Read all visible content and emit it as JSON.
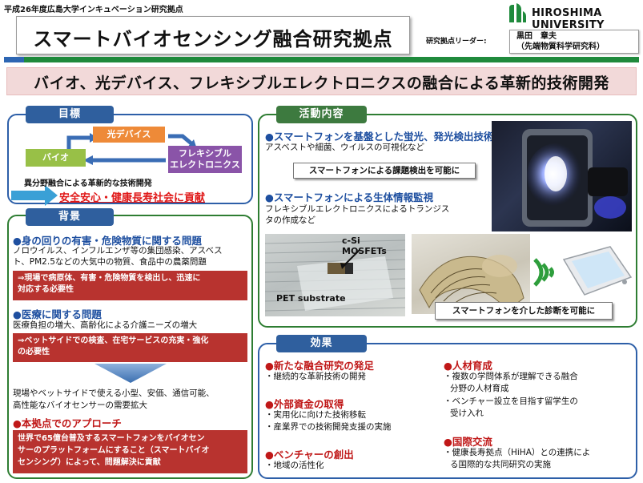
{
  "header": {
    "top_label": "平成26年度広島大学インキュベーション研究拠点",
    "university": "HIROSHIMA UNIVERSITY",
    "title": "スマートバイオセンシング融合研究拠点",
    "leader_label": "研究拠点リーダー:",
    "leader_name": "黒田　章夫",
    "leader_affiliation": "（先端物質科学研究科）"
  },
  "banner": "バイオ、光デバイス、フレキシブルエレクトロニクスの融合による革新的技術開発",
  "goal": {
    "tab": "目標",
    "node_optical": "光デバイス",
    "node_bio": "バイオ",
    "node_flex_line1": "フレキシブル",
    "node_flex_line2": "エレクトロニクス",
    "fusion_text": "異分野融合による革新的な技術開発",
    "result_text": "安全安心・健康長寿社会に貢献"
  },
  "background": {
    "tab": "背景",
    "h1": "●身の回りの有害・危険物質に関する問題",
    "t1_line1": "ノロウイルス、インフルエンザ等の集団感染、アスベス",
    "t1_line2": "ト、PM2.5などの大気中の物質、食品中の農薬問題",
    "box1_line1": "⇒現場で病原体、有害・危険物質を検出し、迅速に",
    "box1_line2": "対応する必要性",
    "h2": "●医療に関する問題",
    "t2": "医療負担の増大、高齢化による介護ニーズの増大",
    "box2_line1": "⇒ベットサイドでの検査、在宅サービスの充実・強化",
    "box2_line2": "の必要性",
    "t3_line1": "現場やベットサイドで使える小型、安価、通信可能、",
    "t3_line2": "高性能なバイオセンサーの需要拡大",
    "h3": "●本拠点でのアプローチ",
    "box3_line1": "世界で65億台普及するスマートフォンをバイオセン",
    "box3_line2": "サーのプラットフォームにすること（スマートバイオ",
    "box3_line3": "センシング）によって、問題解決に貢献"
  },
  "activities": {
    "tab": "活動内容",
    "h1": "●スマートフォンを基盤とした蛍光、発光検出技術",
    "t1": "アスベストや細菌、ウイルスの可視化など",
    "box1": "スマートフォンによる課題検出を可能に",
    "h2": "●スマートフォンによる生体情報監視",
    "t2_line1": "フレキシブルエレクトロニクスによるトランジス",
    "t2_line2": "タの作成など",
    "photo_label1": "c-Si MOSFETs",
    "photo_label2": "PET substrate",
    "box2": "スマートフォンを介した診断を可能に"
  },
  "effects": {
    "tab": "効果",
    "l1_h": "●新たな融合研究の発足",
    "l1_t": "・継続的な革新技術の開発",
    "l2_h": "●外部資金の取得",
    "l2_t1": "・実用化に向けた技術移転",
    "l2_t2": "・産業界での技術開発支援の実施",
    "l3_h": "●ベンチャーの創出",
    "l3_t": "・地域の活性化",
    "r1_h": "●人材育成",
    "r1_t1": "・複数の学問体系が理解できる融合",
    "r1_t2": "分野の人材育成",
    "r1_t3": "・ベンチャー設立を目指す留学生の",
    "r1_t4": "受け入れ",
    "r2_h": "●国際交流",
    "r2_t1": "・健康長寿拠点（HiHA）との連携によ",
    "r2_t2": "る国際的な共同研究の実施"
  },
  "colors": {
    "green": "#2e7d32",
    "blue": "#2d5fa8",
    "red": "#b8332f",
    "heading_blue": "#1e4fa0",
    "heading_red": "#c01818"
  }
}
